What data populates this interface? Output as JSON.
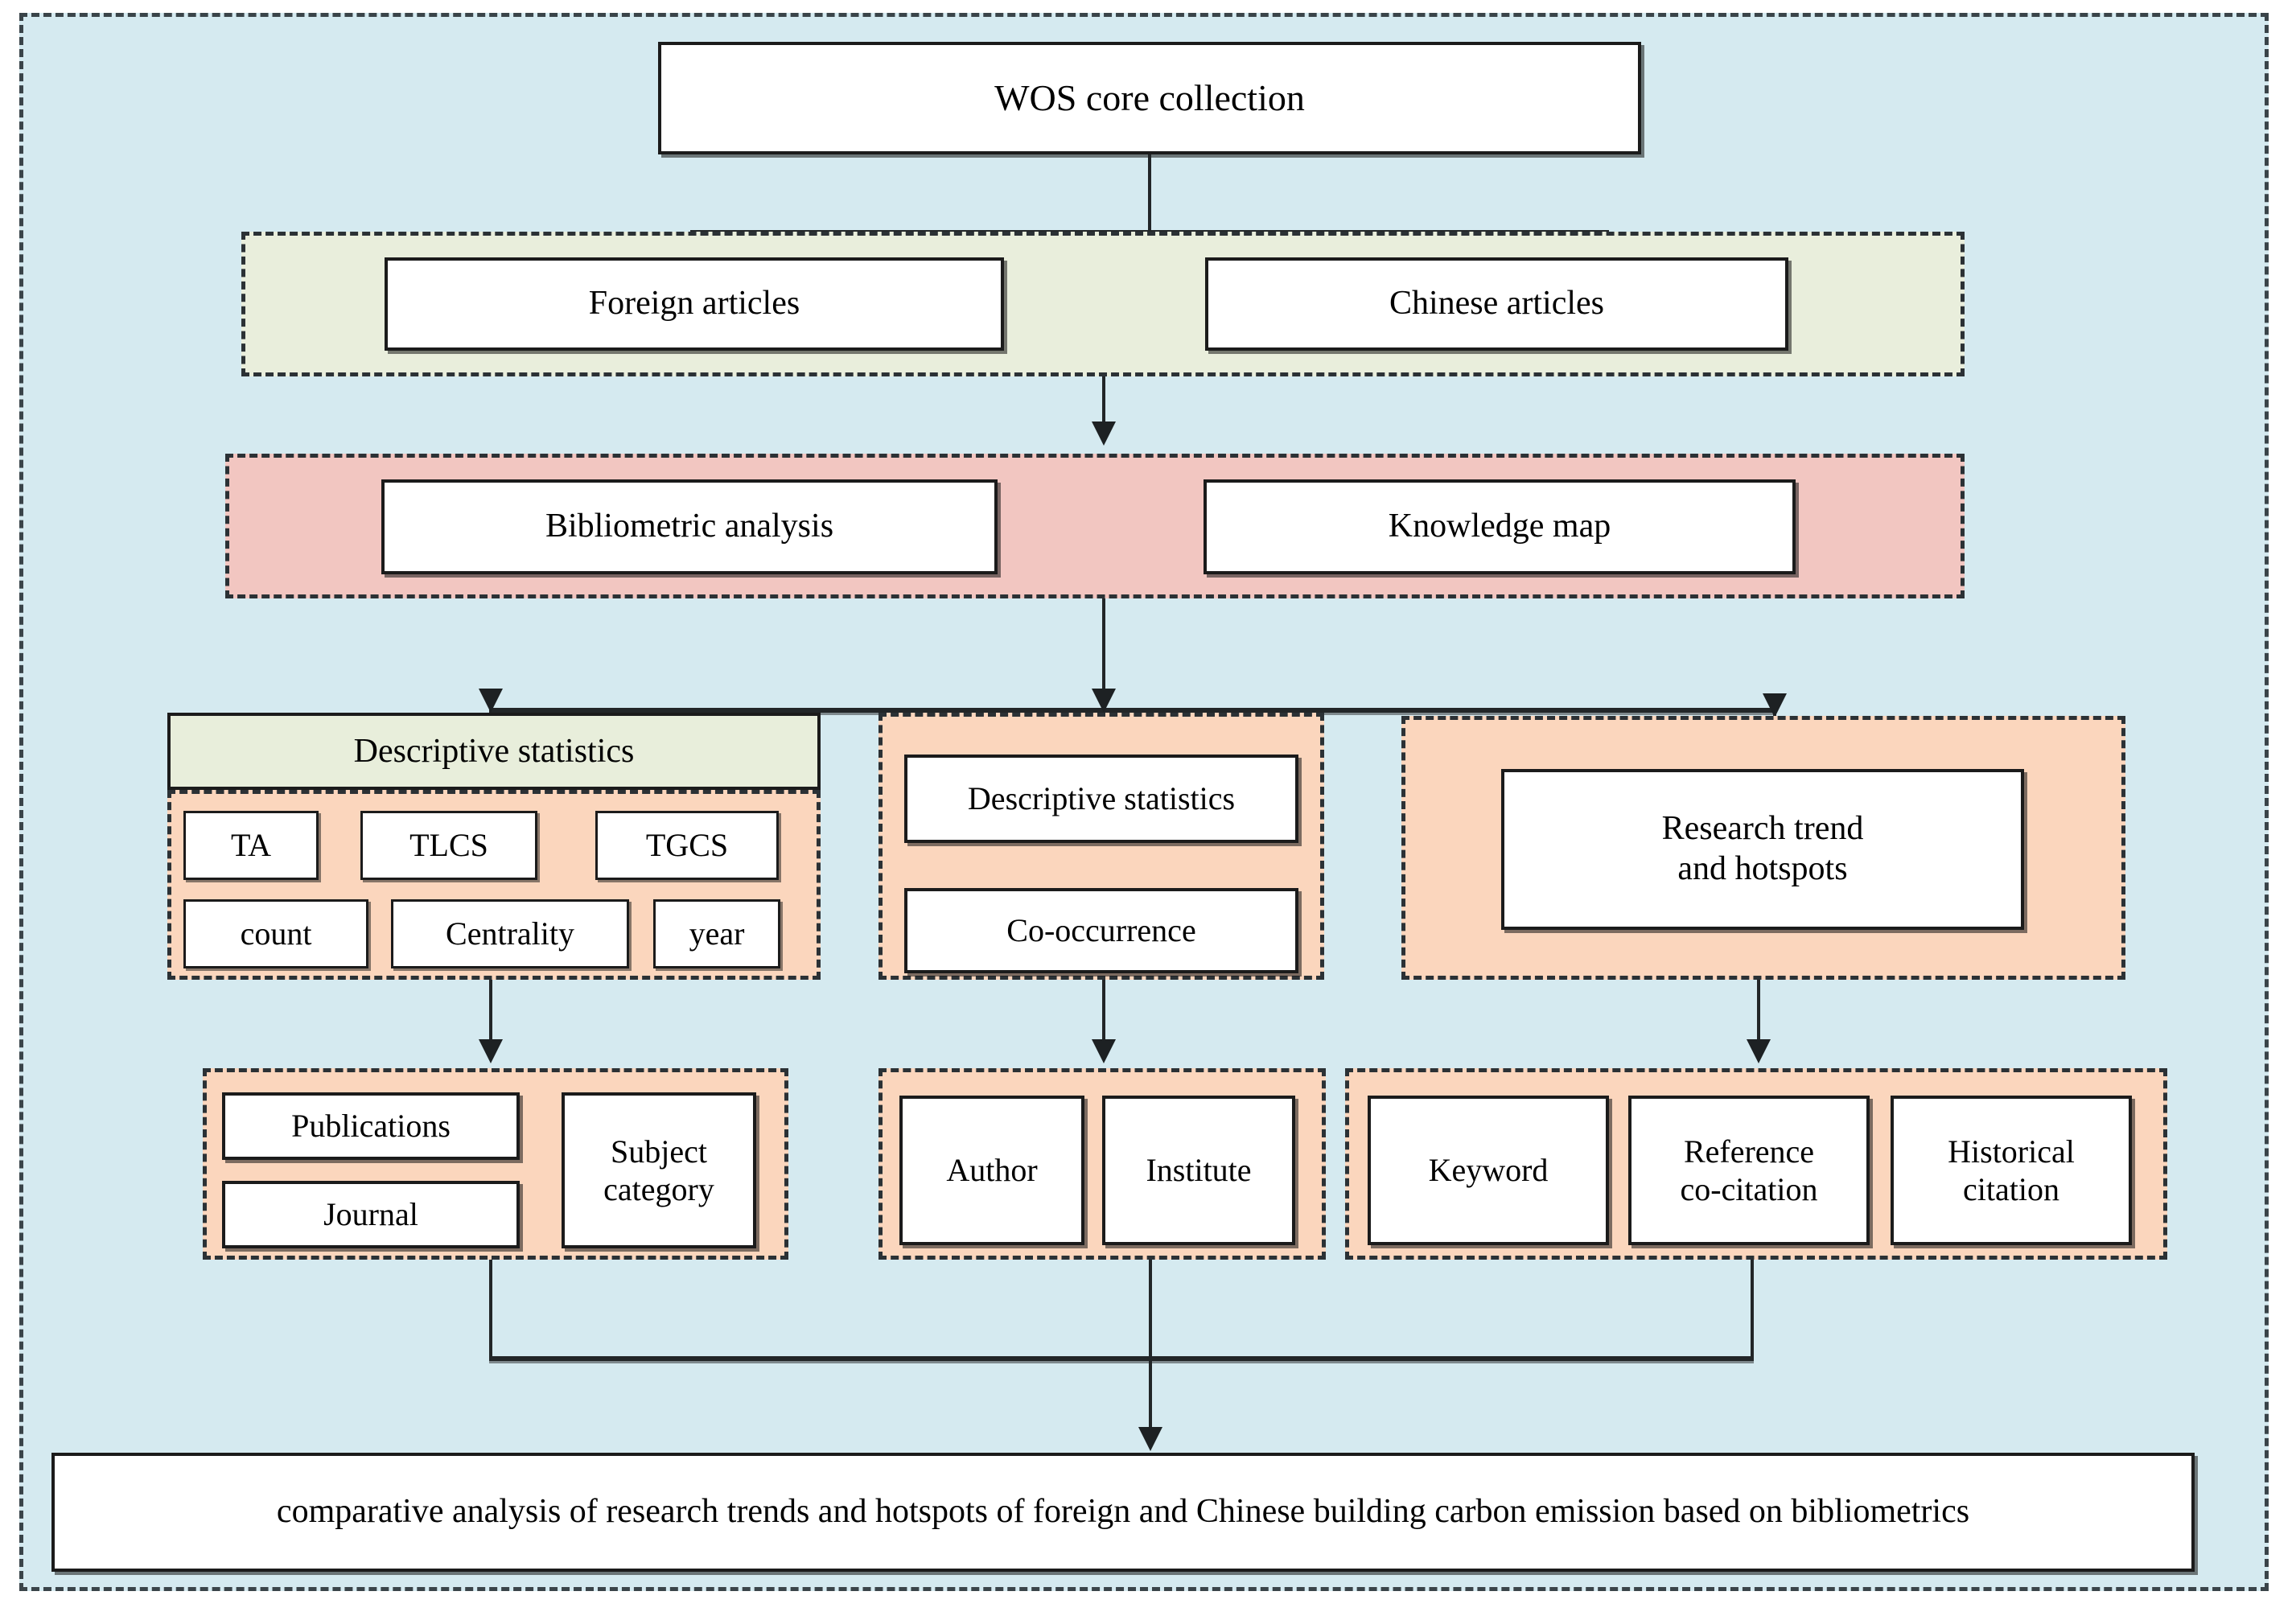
{
  "diagram": {
    "title_box": {
      "label": "WOS  core collection"
    },
    "source_row": {
      "items": [
        {
          "label": "Foreign articles"
        },
        {
          "label": "Chinese articles"
        }
      ]
    },
    "method_row": {
      "items": [
        {
          "label": "Bibliometric analysis"
        },
        {
          "label": "Knowledge map"
        }
      ]
    },
    "column_left": {
      "header": "Descriptive statistics",
      "metrics": [
        "TA",
        "TLCS",
        "TGCS",
        "count",
        "Centrality",
        "year"
      ],
      "outputs": [
        "Publications",
        "Journal",
        "Subject\ncategory"
      ]
    },
    "column_middle": {
      "items": [
        "Descriptive statistics",
        "Co-occurrence"
      ],
      "outputs": [
        "Author",
        "Institute"
      ]
    },
    "column_right": {
      "items": [
        "Research trend\nand hotspots"
      ],
      "outputs": [
        "Keyword",
        "Reference\nco-citation",
        "Historical\ncitation"
      ]
    },
    "conclusion": {
      "label": "comparative analysis of research trends and hotspots of foreign and Chinese building carbon emission based on bibliometrics"
    },
    "colors": {
      "canvas_background": "#d5eaf0",
      "green_band": "#e9eedc",
      "pink_band": "#f2c6c1",
      "peach_band": "#fbd6bd",
      "node_fill": "#ffffff",
      "stroke": "#1b1b1b"
    }
  }
}
